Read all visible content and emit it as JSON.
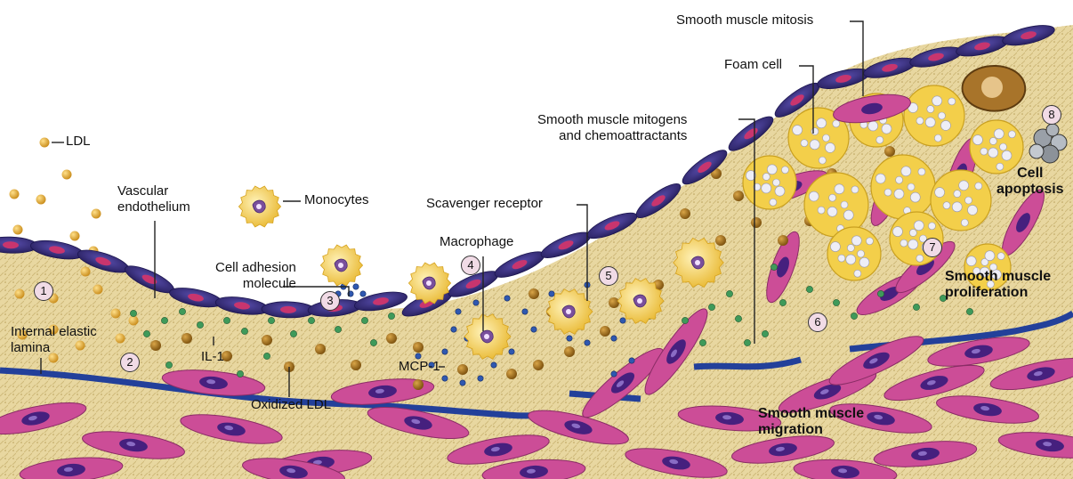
{
  "labels": {
    "ldl": "LDL",
    "vascular_endothelium": "Vascular\nendothelium",
    "monocytes": "Monocytes",
    "cell_adhesion_molecule": "Cell adhesion\nmolecule",
    "internal_elastic_lamina": "Internal elastic\nlamina",
    "il1": "IL-1",
    "oxidized_ldl": "Oxidized LDL",
    "mcp1": "MCP-1",
    "macrophage": "Macrophage",
    "scavenger_receptor": "Scavenger receptor",
    "smooth_muscle_mitogens": "Smooth muscle mitogens\nand chemoattractants",
    "foam_cell": "Foam cell",
    "smooth_muscle_mitosis": "Smooth muscle mitosis",
    "cell_apoptosis": "Cell\napoptosis",
    "smooth_muscle_proliferation": "Smooth muscle\nproliferation",
    "smooth_muscle_migration": "Smooth muscle\nmigration"
  },
  "steps": [
    "1",
    "2",
    "3",
    "4",
    "5",
    "6",
    "7",
    "8"
  ],
  "colors": {
    "intima": "#e8d7a0",
    "endothelium": "#3a2f86",
    "lamina": "#23409a",
    "muscle_cell": "#cc4d97",
    "nucleus": "#46207e",
    "ldl": "#e9ad2c",
    "oxidized_ldl": "#b07a1a",
    "il1": "#3f9a5a",
    "mcp1": "#2f58b0",
    "monocyte": "#f4d255",
    "lipid_droplet": "#eeeef6"
  }
}
